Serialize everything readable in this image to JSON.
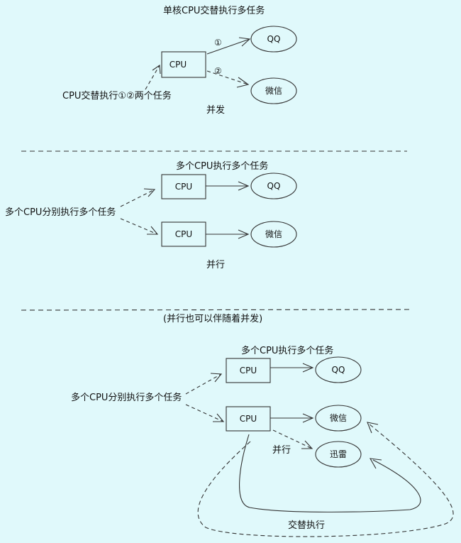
{
  "section1": {
    "title": "单核CPU交替执行多任务",
    "cpu_label": "CPU",
    "qq_label": "QQ",
    "wechat_label": "微信",
    "arrow1_label": "①",
    "arrow2_label": "②",
    "side_label": "CPU交替执行①②两个任务",
    "caption": "并发"
  },
  "section2": {
    "title": "多个CPU执行多个任务",
    "cpu_label": "CPU",
    "qq_label": "QQ",
    "wechat_label": "微信",
    "side_label": "多个CPU分别执行多个任务",
    "caption": "并行"
  },
  "section3": {
    "note": "(并行也可以伴随着并发)",
    "title": "多个CPU执行多个任务",
    "cpu_label": "CPU",
    "qq_label": "QQ",
    "wechat_label": "微信",
    "xunlei_label": "迅雷",
    "side_label": "多个CPU分别执行多个任务",
    "concurrent_label": "并行",
    "alternate_label": "交替执行"
  }
}
